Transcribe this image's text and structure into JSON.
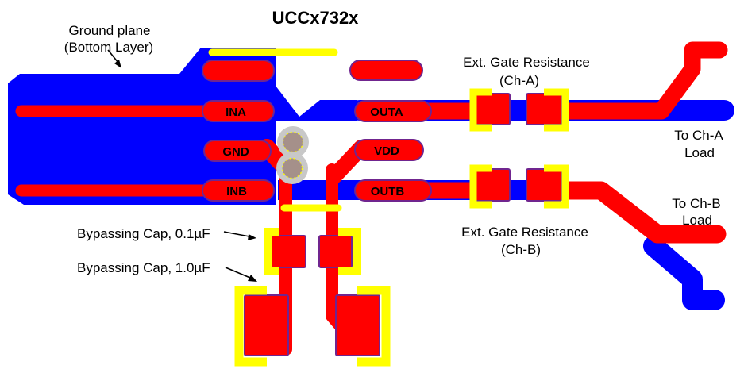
{
  "pcb": {
    "title": "UCCx732x",
    "pad_labels": {
      "ina": "INA",
      "gnd": "GND",
      "inb": "INB",
      "outa": "OUTA",
      "vdd": "VDD",
      "outb": "OUTB"
    },
    "annotations": {
      "ground_plane_line1": "Ground plane",
      "ground_plane_line2": "(Bottom Layer)",
      "ext_gate_a_line1": "Ext. Gate Resistance",
      "ext_gate_a_line2": "(Ch-A)",
      "ext_gate_b_line1": "Ext. Gate Resistance",
      "ext_gate_b_line2": "(Ch-B)",
      "load_a_line1": "To Ch-A",
      "load_a_line2": "Load",
      "load_b_line1": "To Ch-B",
      "load_b_line2": "Load",
      "bypass_cap_small": "Bypassing Cap, 0.1µF",
      "bypass_cap_large": "Bypassing Cap, 1.0µF"
    },
    "colors": {
      "top_copper": "#ff0000",
      "bottom_copper": "#0000ff",
      "silkscreen": "#ffff00",
      "pad_outline": "#70258f",
      "via_ring": "#c8c8c8",
      "via_hole": "#a5908a",
      "annotation_text": "#000000",
      "background": "#ffffff"
    }
  }
}
